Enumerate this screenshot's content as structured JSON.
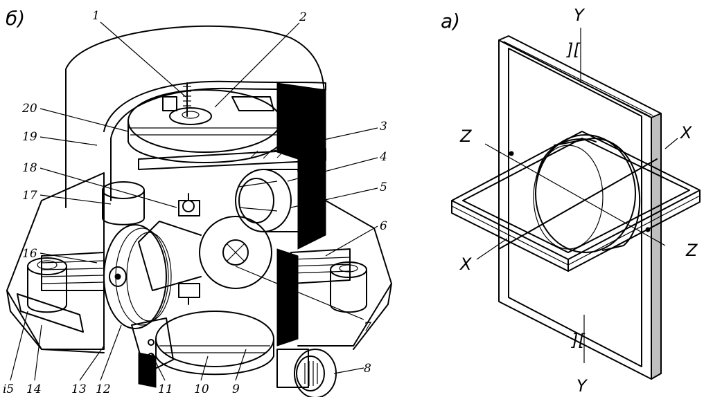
{
  "figure_b": {
    "panel_label": "б)",
    "callouts": [
      "1",
      "2",
      "3",
      "4",
      "5",
      "6",
      "7",
      "8",
      "9",
      "10",
      "11",
      "12",
      "13",
      "14",
      "i5",
      "16",
      "17",
      "18",
      "19",
      "20"
    ]
  },
  "figure_a": {
    "panel_label": "a)",
    "axes": {
      "y_top": "Y",
      "y_bottom": "Y",
      "x_right": "X",
      "x_left": "X",
      "z_left": "Z",
      "z_right": "Z"
    },
    "bearing_symbol": "][",
    "bearing_symbol_mirror": "]["
  }
}
